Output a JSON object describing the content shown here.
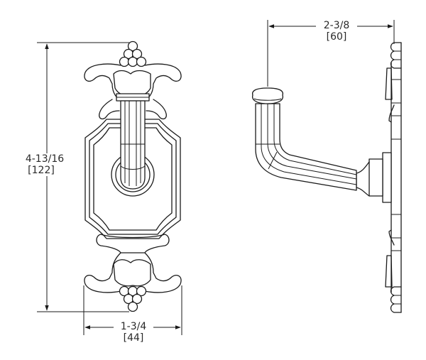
{
  "drawing": {
    "title": "Decorative robe hook dimension drawing",
    "views": [
      "front-view",
      "side-view"
    ],
    "line_color": "#1a1a1a",
    "background": "#ffffff"
  },
  "dimensions": {
    "height": {
      "imperial": "4-13/16",
      "metric": "[122]"
    },
    "width": {
      "imperial": "1-3/4",
      "metric": "[44]"
    },
    "projection": {
      "imperial": "2-3/8",
      "metric": "[60]"
    }
  }
}
